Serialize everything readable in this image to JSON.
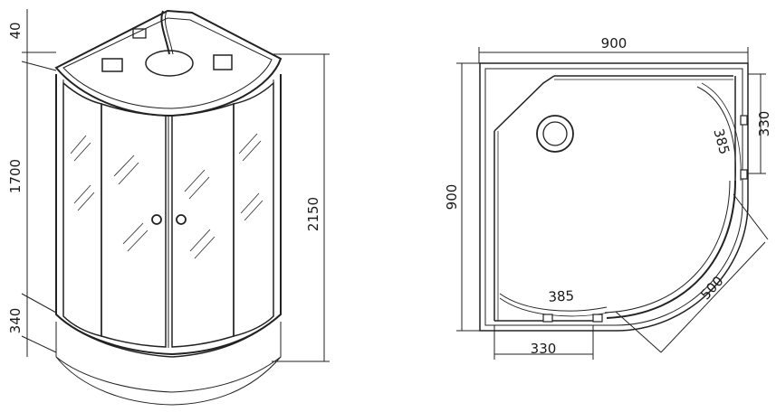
{
  "front_view": {
    "dim_top": "40",
    "dim_cabin_height": "1700",
    "dim_tray_height": "340",
    "dim_total_height": "2150"
  },
  "plan_view": {
    "dim_width": "900",
    "dim_depth": "900",
    "dim_door_offset_right": "330",
    "dim_door_offset_bottom": "330",
    "dim_door_arc_right": "385",
    "dim_door_arc_bottom": "385",
    "dim_radius": "500"
  }
}
